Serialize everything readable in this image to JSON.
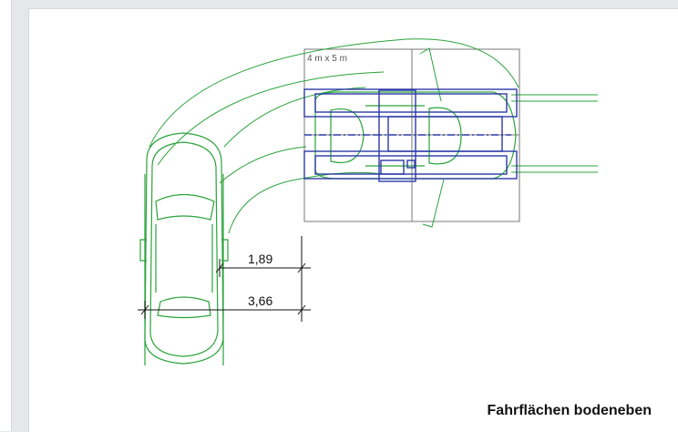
{
  "drawing": {
    "box_label": "4 m x 5 m",
    "dimension_inner": "1,89",
    "dimension_outer": "3,66",
    "caption": "Fahrflächen bodeneben",
    "colors": {
      "car_path": "#2aa33a",
      "platform": "#2c3aa8",
      "box": "#777777",
      "dimension": "#111111"
    }
  }
}
